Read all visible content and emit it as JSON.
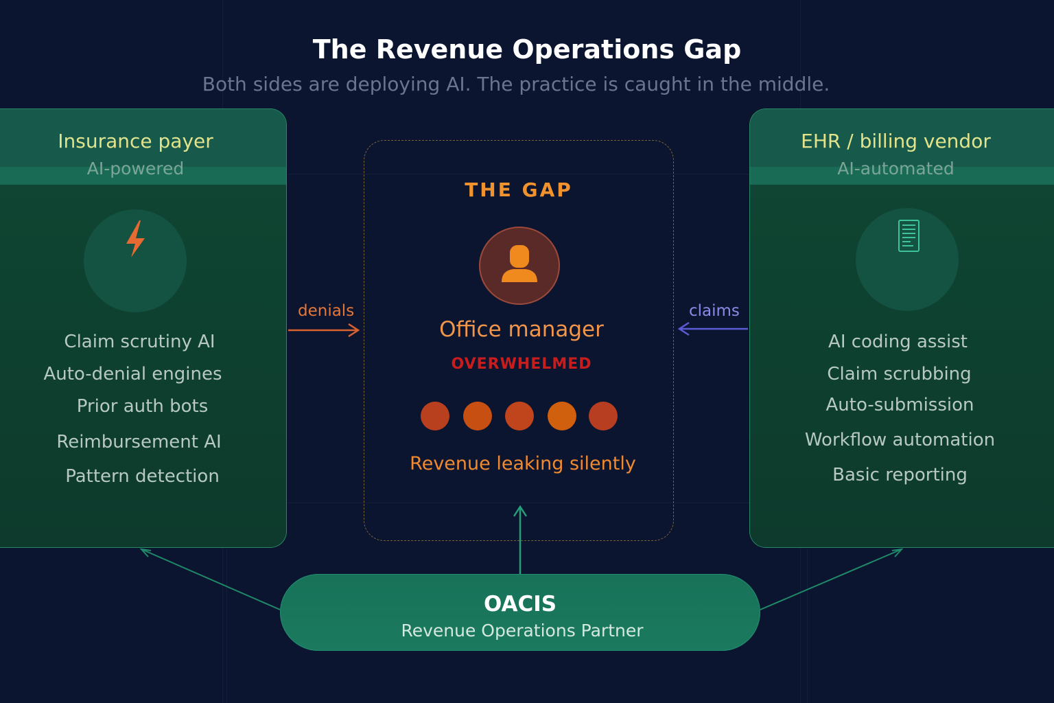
{
  "title": "The Revenue Operations Gap",
  "subtitle": "Both sides are deploying AI. The practice is caught in the middle.",
  "payer": {
    "heading": "Insurance payer",
    "sub": "AI-powered",
    "icon": "lightning-icon",
    "items": [
      "Claim scrutiny AI",
      "Auto-denial engines",
      "Prior auth bots",
      "Reimbursement AI",
      "Pattern detection"
    ]
  },
  "vendor": {
    "heading": "EHR / billing vendor",
    "sub": "AI-automated",
    "icon": "document-icon",
    "items": [
      "AI coding assist",
      "Claim scrubbing",
      "Auto-submission",
      "Workflow automation",
      "Basic reporting"
    ]
  },
  "gap": {
    "label": "THE GAP",
    "avatar_icon": "person-icon",
    "person": "Office manager",
    "status": "OVERWHELMED",
    "leak": "Revenue leaking silently"
  },
  "arrows": {
    "left_label": "denials",
    "right_label": "claims"
  },
  "partner": {
    "name": "OACIS",
    "role": "Revenue Operations Partner"
  },
  "colors": {
    "background": "#0c1530",
    "panel": "#114434",
    "gap_accent": "#f0922e",
    "status_red": "#c91d1d",
    "partner": "#1b7a5e",
    "dots": [
      "#b8401f",
      "#c84f12",
      "#c0441c",
      "#d0600e",
      "#b83e22"
    ]
  }
}
